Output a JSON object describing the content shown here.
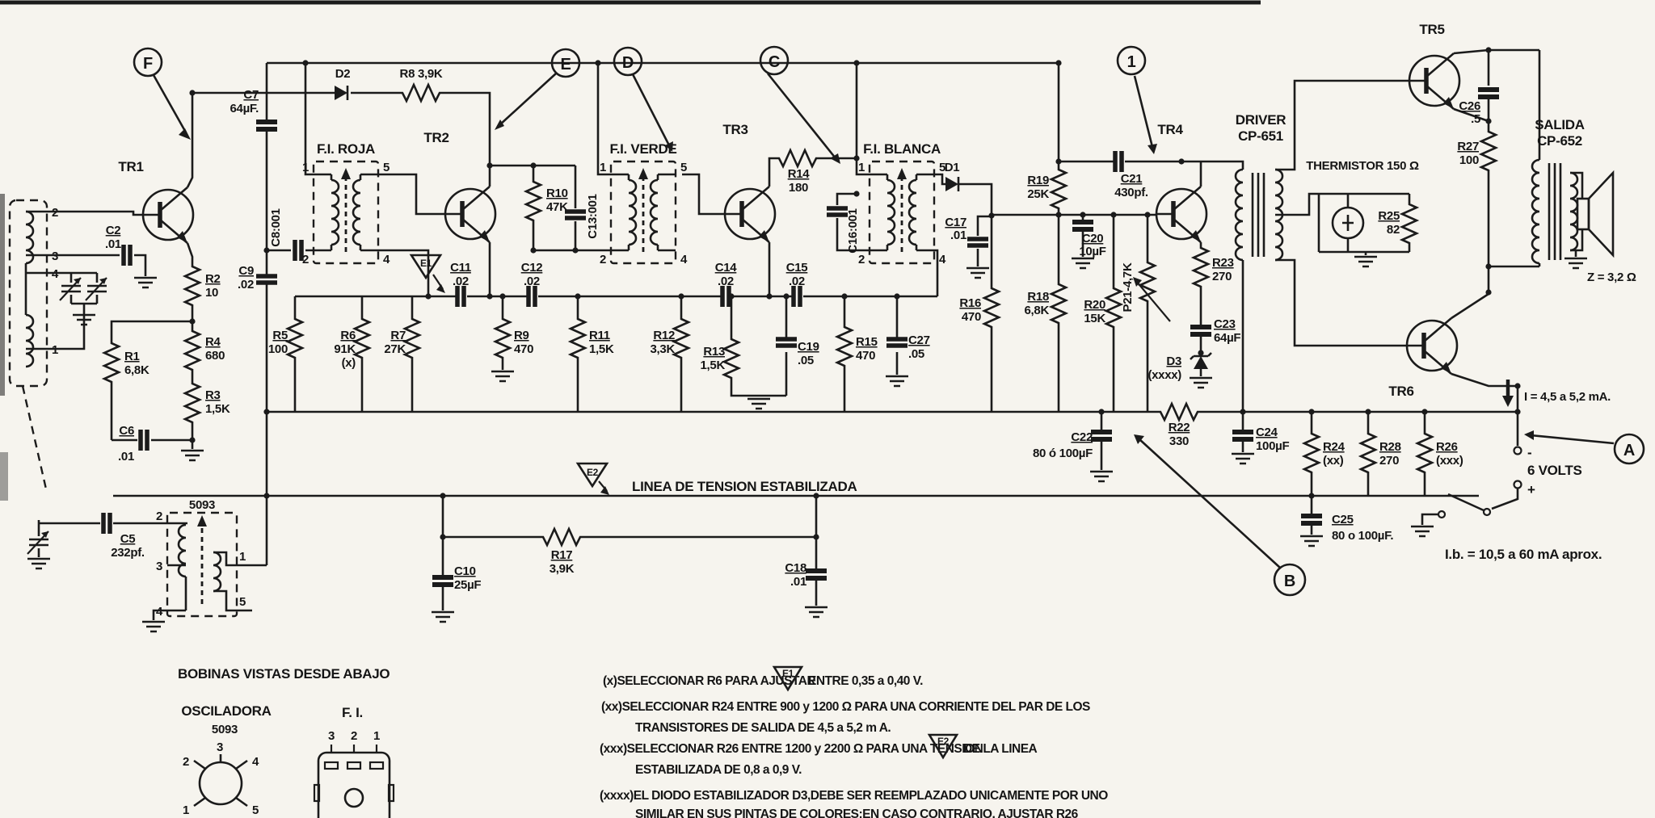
{
  "colors": {
    "ink": "#1b1b1b",
    "paper": "#f6f4ee"
  },
  "transistors": {
    "tr1": "TR1",
    "tr2": "TR2",
    "tr3": "TR3",
    "tr4": "TR4",
    "tr5": "TR5",
    "tr6": "TR6"
  },
  "markers": {
    "f": "F",
    "e": "E",
    "d": "D",
    "c": "C",
    "one": "1",
    "a": "A",
    "b": "B",
    "e1": "E1",
    "e2": "E2"
  },
  "pins": {
    "p1": "1",
    "p2": "2",
    "p3": "3",
    "p4": "4",
    "p5": "5"
  },
  "transformers": {
    "roja": "F.I. ROJA",
    "verde": "F.I. VERDE",
    "blanca": "F.I. BLANCA",
    "osc": "5093",
    "driver1": "DRIVER",
    "driver2": "CP-651",
    "salida1": "SALIDA",
    "salida2": "CP-652",
    "thermistor": "THERMISTOR 150 Ω"
  },
  "components": {
    "r1": {
      "ref": "R1",
      "val": "6,8K"
    },
    "r2": {
      "ref": "R2",
      "val": "10"
    },
    "r3": {
      "ref": "R3",
      "val": "1,5K"
    },
    "r4": {
      "ref": "R4",
      "val": "680"
    },
    "r5": {
      "ref": "R5",
      "val": "100"
    },
    "r6": {
      "ref": "R6",
      "val": "91K",
      "note": "(x)"
    },
    "r7": {
      "ref": "R7",
      "val": "27K"
    },
    "r8": {
      "label": "R8 3,9K"
    },
    "r9": {
      "ref": "R9",
      "val": "470"
    },
    "r10": {
      "ref": "R10",
      "val": "47K"
    },
    "r11": {
      "ref": "R11",
      "val": "1,5K"
    },
    "r12": {
      "ref": "R12",
      "val": "3,3K"
    },
    "r13": {
      "ref": "R13",
      "val": "1,5K"
    },
    "r14": {
      "ref": "R14",
      "val": "180"
    },
    "r15": {
      "ref": "R15",
      "val": "470"
    },
    "r16": {
      "ref": "R16",
      "val": "470"
    },
    "r17": {
      "ref": "R17",
      "val": "3,9K"
    },
    "r18": {
      "ref": "R18",
      "val": "6,8K"
    },
    "r19": {
      "ref": "R19",
      "val": "25K"
    },
    "r20": {
      "ref": "R20",
      "val": "15K"
    },
    "p21": {
      "label": "P21-4,7K"
    },
    "r22": {
      "ref": "R22",
      "val": "330"
    },
    "r23": {
      "ref": "R23",
      "val": "270"
    },
    "r24": {
      "ref": "R24",
      "val": "(xx)"
    },
    "r25": {
      "ref": "R25",
      "val": "82"
    },
    "r26": {
      "ref": "R26",
      "val": "(xxx)"
    },
    "r27": {
      "ref": "R27",
      "val": "100"
    },
    "r28": {
      "ref": "R28",
      "val": "270"
    },
    "c2": {
      "ref": "C2",
      "val": ".01"
    },
    "c5": {
      "ref": "C5",
      "val": "232pf."
    },
    "c6": {
      "ref": "C6",
      "val": ".01"
    },
    "c7": {
      "ref": "C7",
      "val": "64µF."
    },
    "c8": {
      "label": "C8:001"
    },
    "c9": {
      "ref": "C9",
      "val": ".02"
    },
    "c10": {
      "ref": "C10",
      "val": "25µF"
    },
    "c11": {
      "ref": "C11",
      "val": ".02"
    },
    "c12": {
      "ref": "C12",
      "val": ".02"
    },
    "c13": {
      "label": "C13:001"
    },
    "c14": {
      "ref": "C14",
      "val": ".02"
    },
    "c15": {
      "ref": "C15",
      "val": ".02"
    },
    "c16": {
      "label": "C16:001"
    },
    "c17": {
      "ref": "C17",
      "val": ".01"
    },
    "c18": {
      "ref": "C18",
      "val": ".01"
    },
    "c19": {
      "ref": "C19",
      "val": ".05"
    },
    "c20": {
      "ref": "C20",
      "val": "10µF"
    },
    "c21": {
      "ref": "C21",
      "val": "430pf."
    },
    "c22": {
      "ref": "C22",
      "val": "80 ó 100µF"
    },
    "c23": {
      "ref": "C23",
      "val": "64µF"
    },
    "c24": {
      "ref": "C24",
      "val": "100µF"
    },
    "c25": {
      "ref": "C25",
      "val": "80 o 100µF."
    },
    "c26": {
      "ref": "C26",
      "val": ".5"
    },
    "c27": {
      "ref": "C27",
      "val": ".05"
    },
    "d1": {
      "ref": "D1"
    },
    "d2": {
      "ref": "D2"
    },
    "d3": {
      "ref": "D3",
      "val": "(xxxx)"
    }
  },
  "labels": {
    "linea": "LINEA  DE TENSION  ESTABILIZADA",
    "current": "I = 4,5  a 5,2 mA.",
    "ib": "I.b. = 10,5 a 60 mA  aprox.",
    "volts": "6 VOLTS",
    "plus": "+",
    "minus": "-",
    "z": "Z = 3,2 Ω"
  },
  "notes": {
    "n1a": "(x)SELECCIONAR R6 PARA AJUSTAR",
    "n1b": "ENTRE  0,35 a 0,40 V.",
    "n2": "(xx)SELECCIONAR R24 ENTRE  900 y 1200 Ω PARA UNA CORRIENTE DEL PAR DE LOS",
    "n3": "TRANSISTORES DE SALIDA DE 4,5 a 5,2 m A.",
    "n4a": "(xxx)SELECCIONAR R26 ENTRE 1200 y 2200 Ω PARA UNA TENSION",
    "n4b": "DE LA LINEA",
    "n5": "ESTABILIZADA DE 0,8 a 0,9 V.",
    "n6": "(xxxx)EL DIODO ESTABILIZADOR D3,DEBE SER REEMPLAZADO UNICAMENTE POR UNO",
    "n7": "SIMILAR EN SUS PINTAS DE COLORES:EN CASO CONTRARIO, AJUSTAR R26"
  },
  "footer": {
    "title": "BOBINAS  VISTAS  DESDE ABAJO",
    "osc_title": "OSCILADORA",
    "osc_num": "5093",
    "fi_title": "F. I."
  }
}
